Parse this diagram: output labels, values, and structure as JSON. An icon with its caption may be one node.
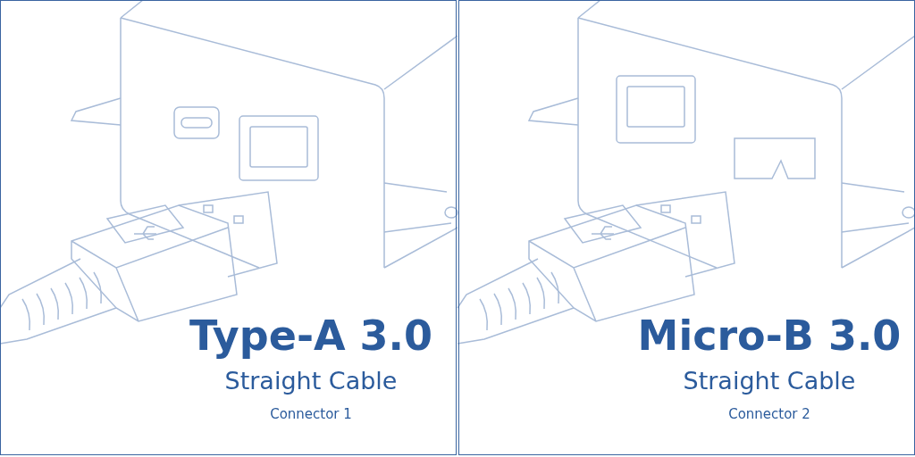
{
  "diagram": {
    "nodes": [
      {
        "text": [
          "Type-A 3.0",
          "Straight Cable",
          "Connector 1"
        ]
      },
      {
        "text": [
          "Micro-B 3.0",
          "Straight Cable",
          "Connector 2"
        ]
      }
    ]
  }
}
